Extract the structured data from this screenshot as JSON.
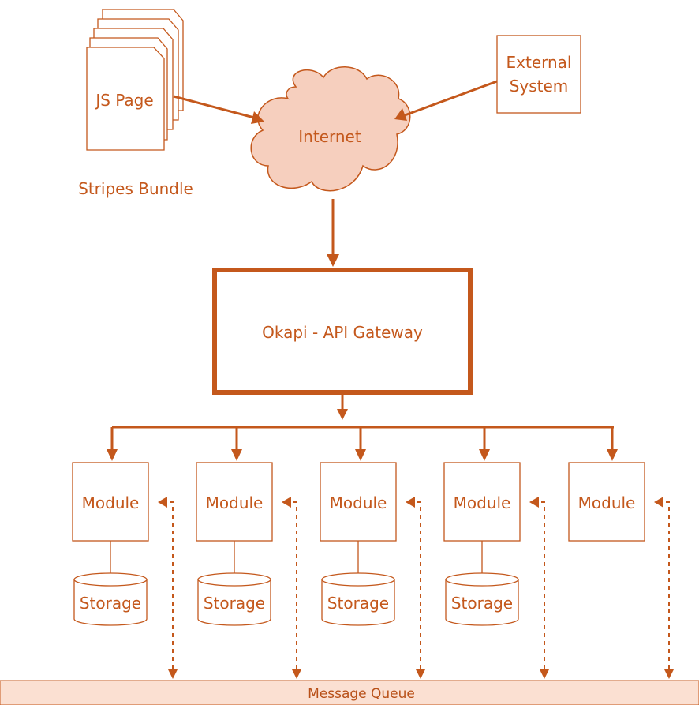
{
  "nodes": {
    "js_page": "JS Page",
    "stripes_bundle": "Stripes Bundle",
    "internet": "Internet",
    "external_system": [
      "External",
      "System"
    ],
    "gateway": "Okapi - API Gateway",
    "message_queue": "Message Queue"
  },
  "modules": [
    {
      "label": "Module",
      "storage": "Storage"
    },
    {
      "label": "Module",
      "storage": "Storage"
    },
    {
      "label": "Module",
      "storage": "Storage"
    },
    {
      "label": "Module",
      "storage": "Storage"
    },
    {
      "label": "Module",
      "storage": null
    }
  ],
  "colors": {
    "accent": "#c4581c",
    "cloud_fill": "#f6cfbe",
    "queue_fill": "#fbe0d2"
  }
}
